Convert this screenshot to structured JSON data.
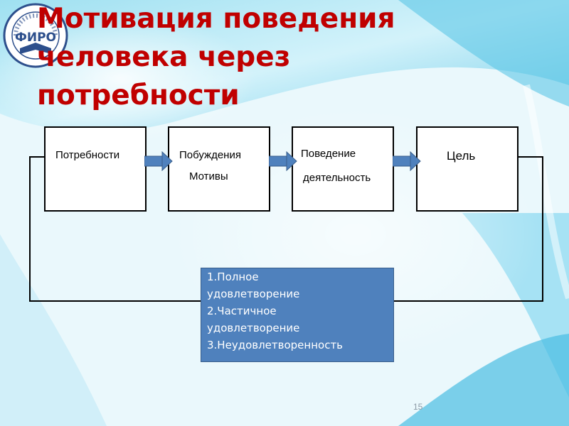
{
  "title_lines": [
    "Мотивация поведения",
    "человека через",
    "потребности"
  ],
  "logo_text": "ФИРО",
  "boxes": [
    {
      "label": "Потребности"
    },
    {
      "label_line1": "Побуждения",
      "label_line2": "Мотивы"
    },
    {
      "label_line1": "Поведение",
      "label_line2": "деятельность"
    },
    {
      "label": "Цель"
    }
  ],
  "outcomes": [
    "1.Полное",
    "удовлетворение",
    "2.Частичное",
    "удовлетворение",
    "3.Неудовлетворенность"
  ],
  "page_number": "15",
  "colors": {
    "title": "#c00000",
    "outcome_fill": "#4f81bd",
    "arrow_fill": "#4f81bd"
  }
}
